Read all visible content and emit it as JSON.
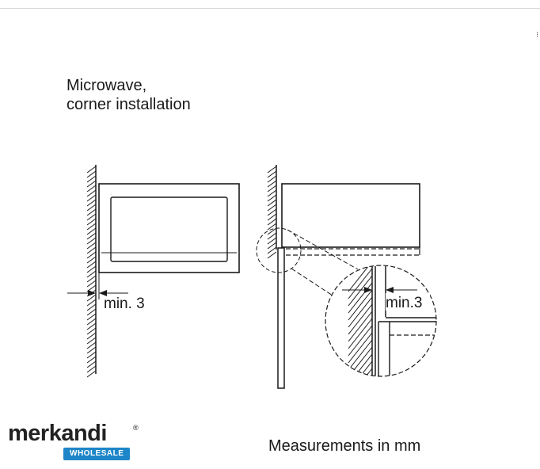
{
  "title": {
    "line1": "Microwave,",
    "line2": "corner installation"
  },
  "front_view": {
    "dimension_label": "min. 3"
  },
  "side_view": {
    "detail_dimension_label": "min.3"
  },
  "footnote": "Measurements in mm",
  "edge_mark": "⁝",
  "logo": {
    "wordmark": "merkandi",
    "registered": "®",
    "badge": "WHOLESALE"
  },
  "colors": {
    "line": "#1a1a1a",
    "badge": "#1d86c8"
  }
}
